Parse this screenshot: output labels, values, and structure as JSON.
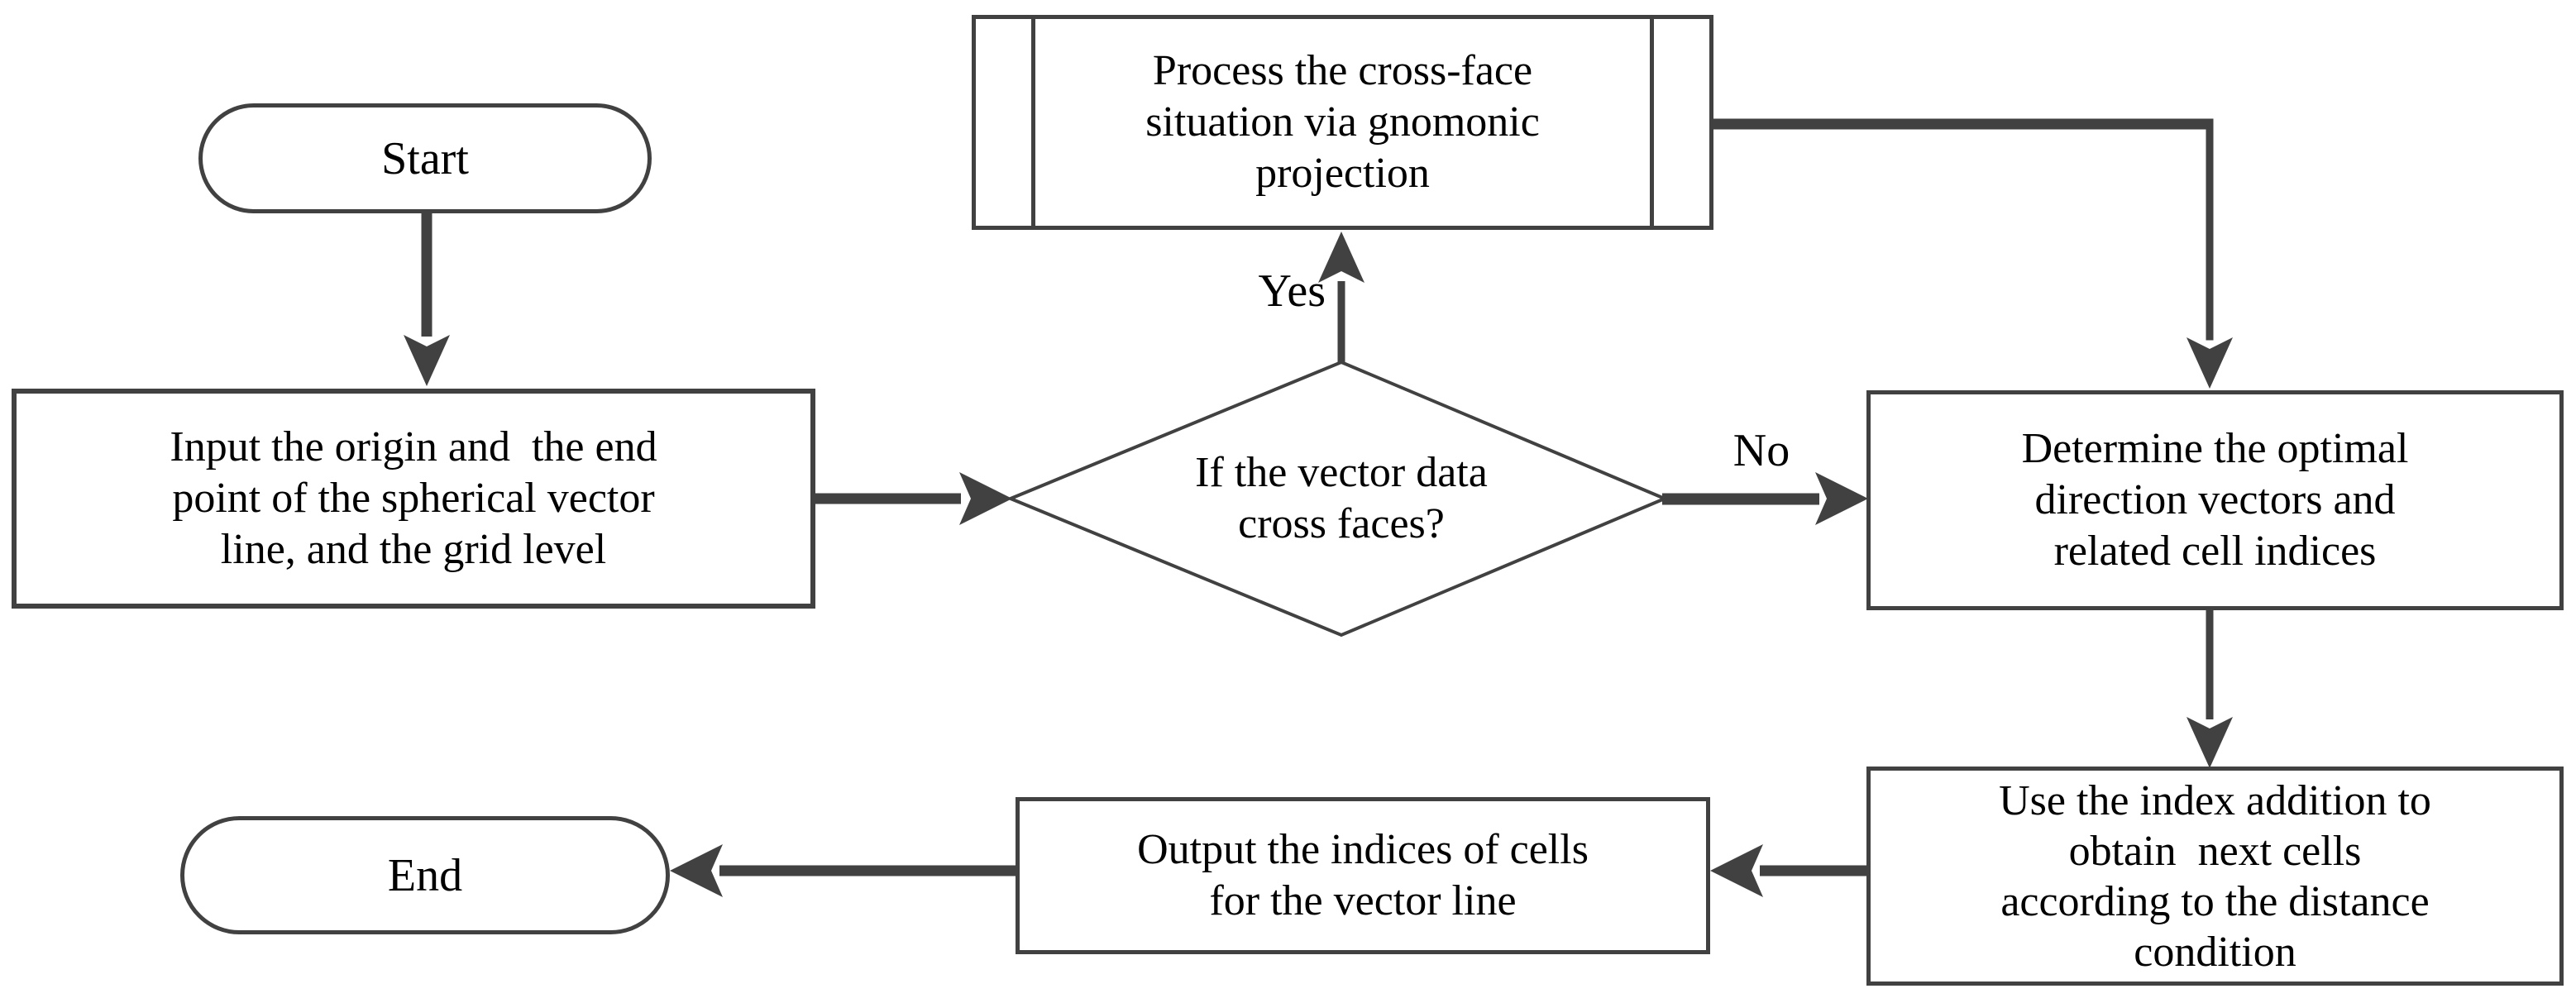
{
  "figure": {
    "type": "flowchart",
    "background_color": "#ffffff",
    "stroke_color": "#414141",
    "text_color": "#000000",
    "shape_fill": "#ffffff"
  },
  "nodes": {
    "start": {
      "shape": "terminator",
      "label": "Start"
    },
    "input": {
      "shape": "process",
      "line1": "Input the origin and  the end",
      "line2": "point of the spherical vector",
      "line3": "line, and the grid level"
    },
    "crossface": {
      "shape": "predefined-process",
      "line1": "Process the cross-face",
      "line2": "situation via gnomonic",
      "line3": "projection"
    },
    "decision": {
      "shape": "decision",
      "line1": "If the vector data",
      "line2": "cross faces?"
    },
    "determine": {
      "shape": "process",
      "line1": "Determine the optimal",
      "line2": "direction vectors and",
      "line3": "related cell indices"
    },
    "use": {
      "shape": "process",
      "line1": "Use the index addition to",
      "line2": "obtain  next cells",
      "line3": "according to the distance",
      "line4": "condition"
    },
    "output": {
      "shape": "process",
      "line1": "Output the indices of cells",
      "line2": "for the vector line"
    },
    "end": {
      "shape": "terminator",
      "label": "End"
    }
  },
  "edge_labels": {
    "yes": "Yes",
    "no": "No"
  },
  "edges": [
    {
      "from": "start",
      "to": "input"
    },
    {
      "from": "input",
      "to": "decision"
    },
    {
      "from": "decision",
      "to": "crossface",
      "label": "Yes"
    },
    {
      "from": "decision",
      "to": "determine",
      "label": "No"
    },
    {
      "from": "crossface",
      "to": "determine"
    },
    {
      "from": "determine",
      "to": "use"
    },
    {
      "from": "use",
      "to": "output"
    },
    {
      "from": "output",
      "to": "end"
    }
  ]
}
